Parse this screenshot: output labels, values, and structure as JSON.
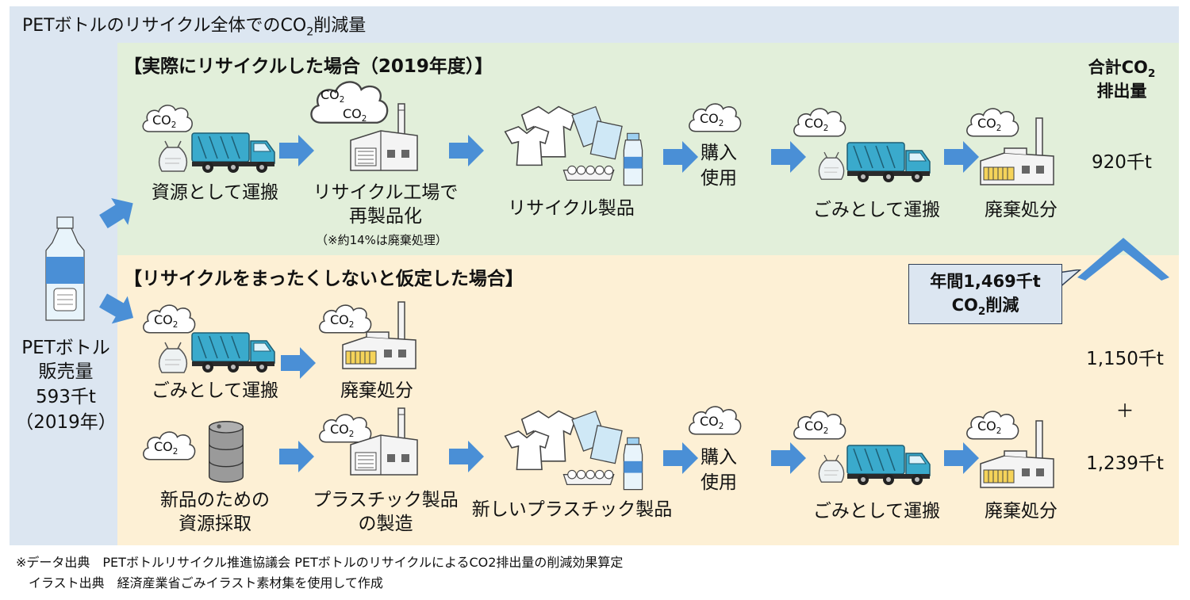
{
  "title": "PETボトルのリサイクル全体でのCO₂削減量",
  "bottle": {
    "name": "PETボトル",
    "line2": "販売量",
    "amount": "593千t",
    "year": "（2019年）"
  },
  "co2": "CO₂",
  "recycle": {
    "title": "【実際にリサイクルした場合（2019年度）】",
    "step1": "資源として運搬",
    "step2a": "リサイクル工場で",
    "step2b": "再製品化",
    "step2note": "（※約14%は廃棄処理）",
    "step3": "リサイクル製品",
    "step4a": "購入",
    "step4b": "使用",
    "step5": "ごみとして運搬",
    "step6": "廃棄処分"
  },
  "norecycle": {
    "title": "【リサイクルをまったくしないと仮定した場合】",
    "a1": "ごみとして運搬",
    "a2": "廃棄処分",
    "b1a": "新品のための",
    "b1b": "資源採取",
    "b2a": "プラスチック製品",
    "b2b": "の製造",
    "b3": "新しいプラスチック製品",
    "b4a": "購入",
    "b4b": "使用",
    "b5": "ごみとして運搬",
    "b6": "廃棄処分"
  },
  "totals": {
    "heading1": "合計CO₂",
    "heading2": "排出量",
    "recycle": "920千t",
    "no1": "1,150千t",
    "plus": "＋",
    "no2": "1,239千t"
  },
  "callout": {
    "line1": "年間1,469千t",
    "line2": "CO₂削減"
  },
  "sources": {
    "line1": "※データ出典　PETボトルリサイクル推進協議会 PETボトルのリサイクルによるCO2排出量の削減効果算定",
    "line2": "　イラスト出典　経済産業省ごみイラスト素材集を使用して作成"
  },
  "colors": {
    "arrow": "#4a8fd6",
    "green_panel": "#e2efda",
    "orange_panel": "#fdf0d5",
    "outer": "#dce6f1",
    "truck": "#3aaacc"
  }
}
